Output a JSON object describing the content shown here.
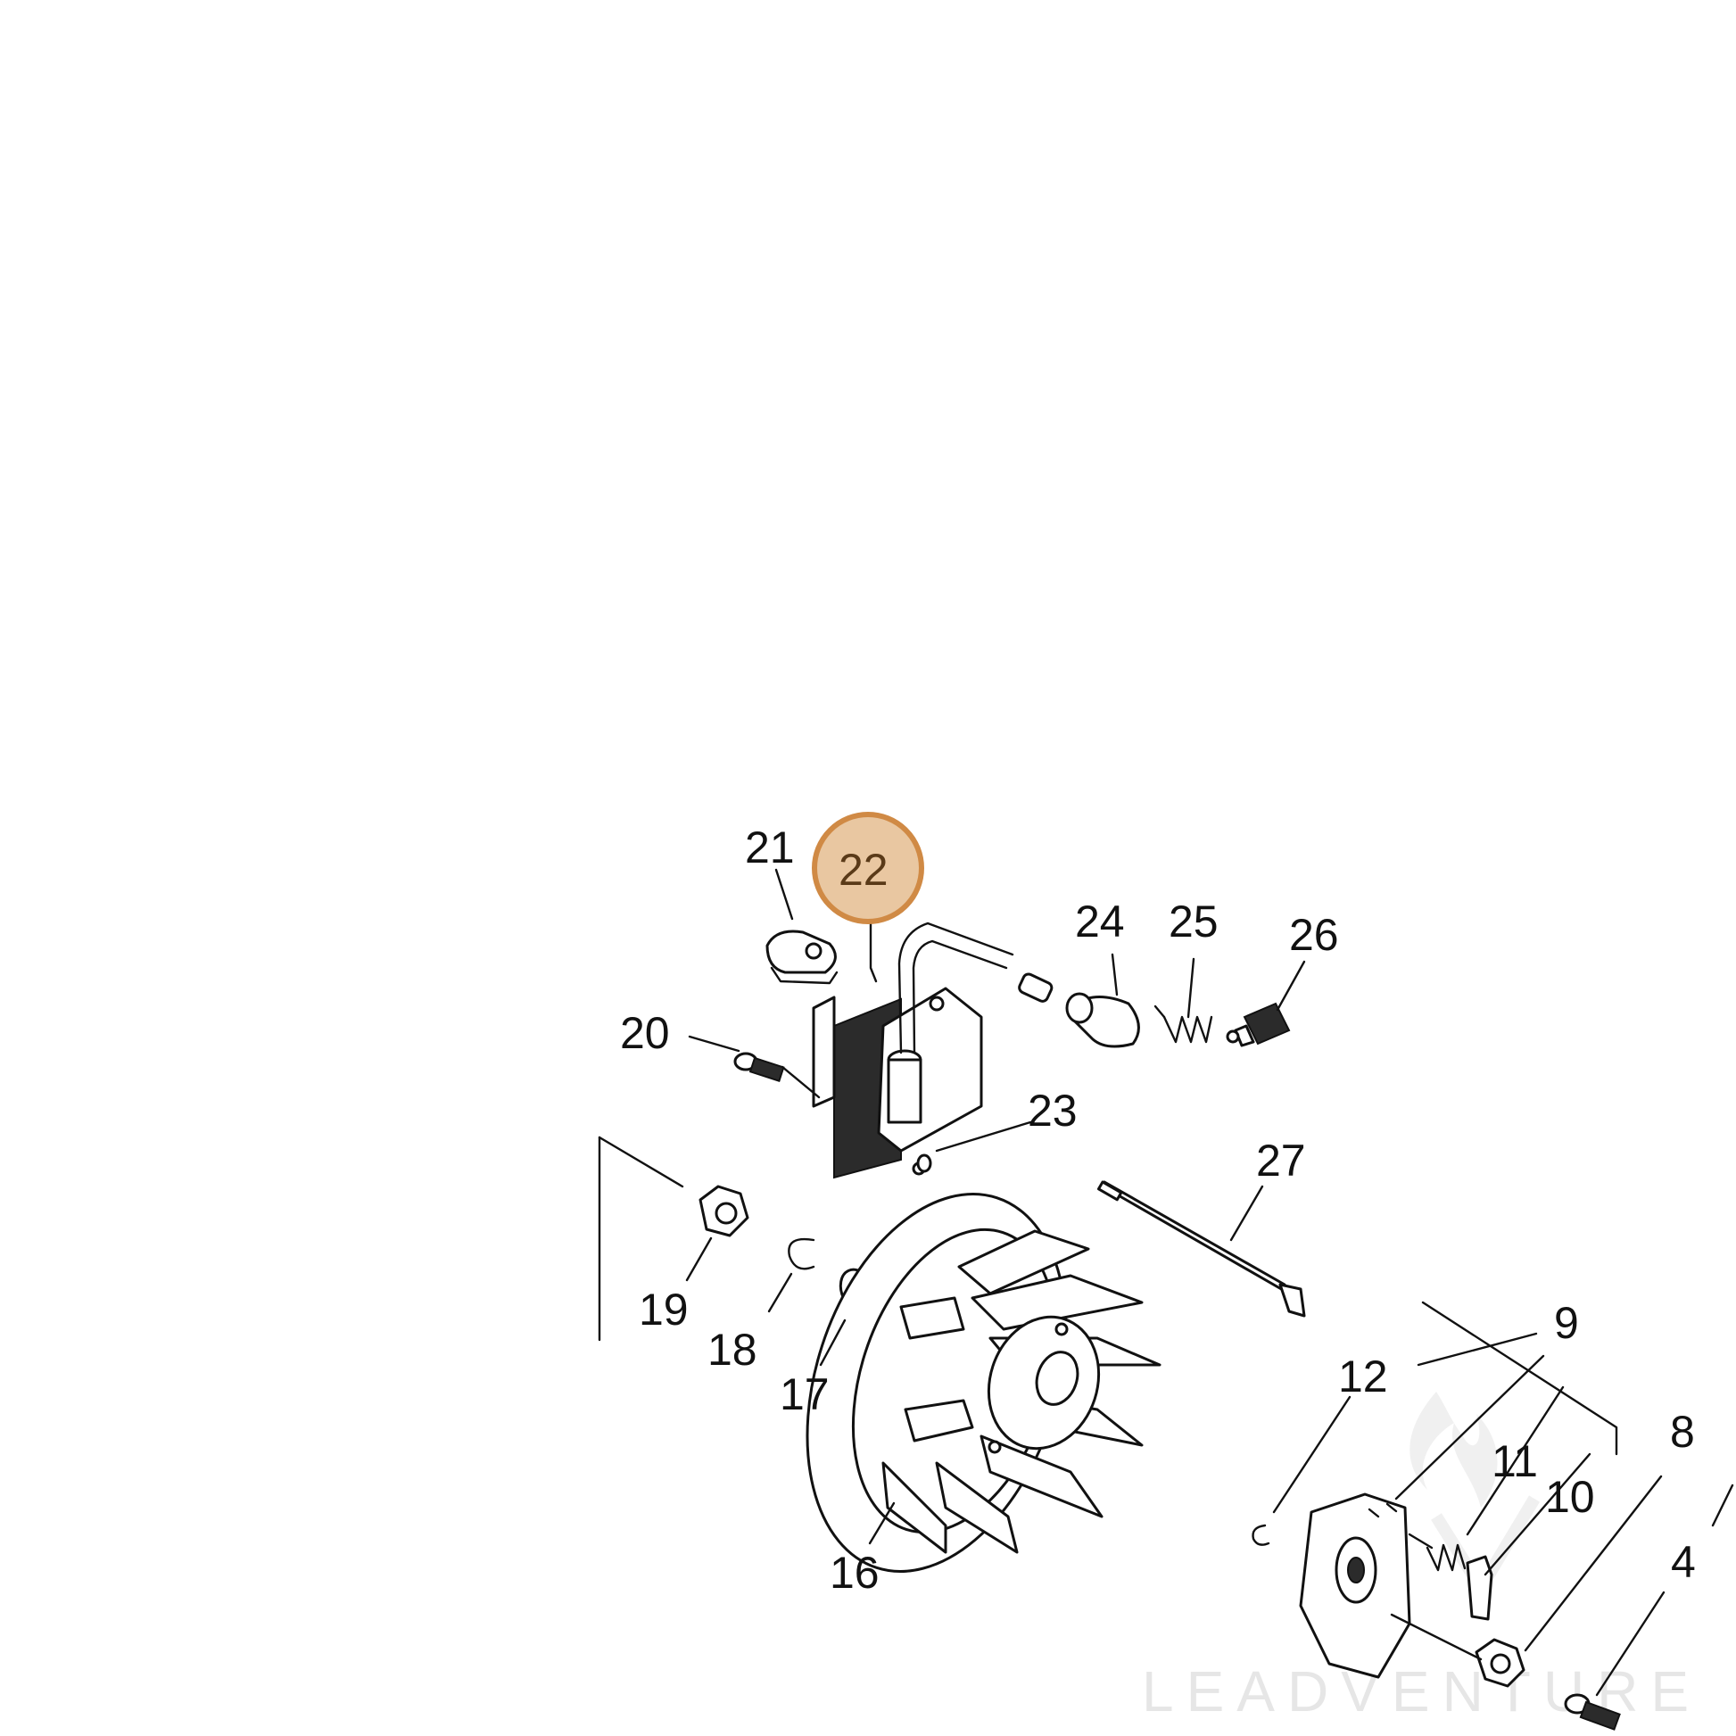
{
  "callouts": [
    {
      "id": "21",
      "label": "21"
    },
    {
      "id": "22",
      "label": "22",
      "highlighted": true
    },
    {
      "id": "24",
      "label": "24"
    },
    {
      "id": "25",
      "label": "25"
    },
    {
      "id": "26",
      "label": "26"
    },
    {
      "id": "20",
      "label": "20"
    },
    {
      "id": "23",
      "label": "23"
    },
    {
      "id": "27",
      "label": "27"
    },
    {
      "id": "19",
      "label": "19"
    },
    {
      "id": "18",
      "label": "18"
    },
    {
      "id": "17",
      "label": "17"
    },
    {
      "id": "16",
      "label": "16"
    },
    {
      "id": "12",
      "label": "12"
    },
    {
      "id": "9",
      "label": "9"
    },
    {
      "id": "11",
      "label": "11"
    },
    {
      "id": "10",
      "label": "10"
    },
    {
      "id": "8",
      "label": "8"
    },
    {
      "id": "4",
      "label": "4"
    }
  ],
  "highlight": {
    "fill": "#e9c7a1",
    "stroke": "#d08a45"
  },
  "watermark": {
    "text": "LEADVENTURE"
  }
}
